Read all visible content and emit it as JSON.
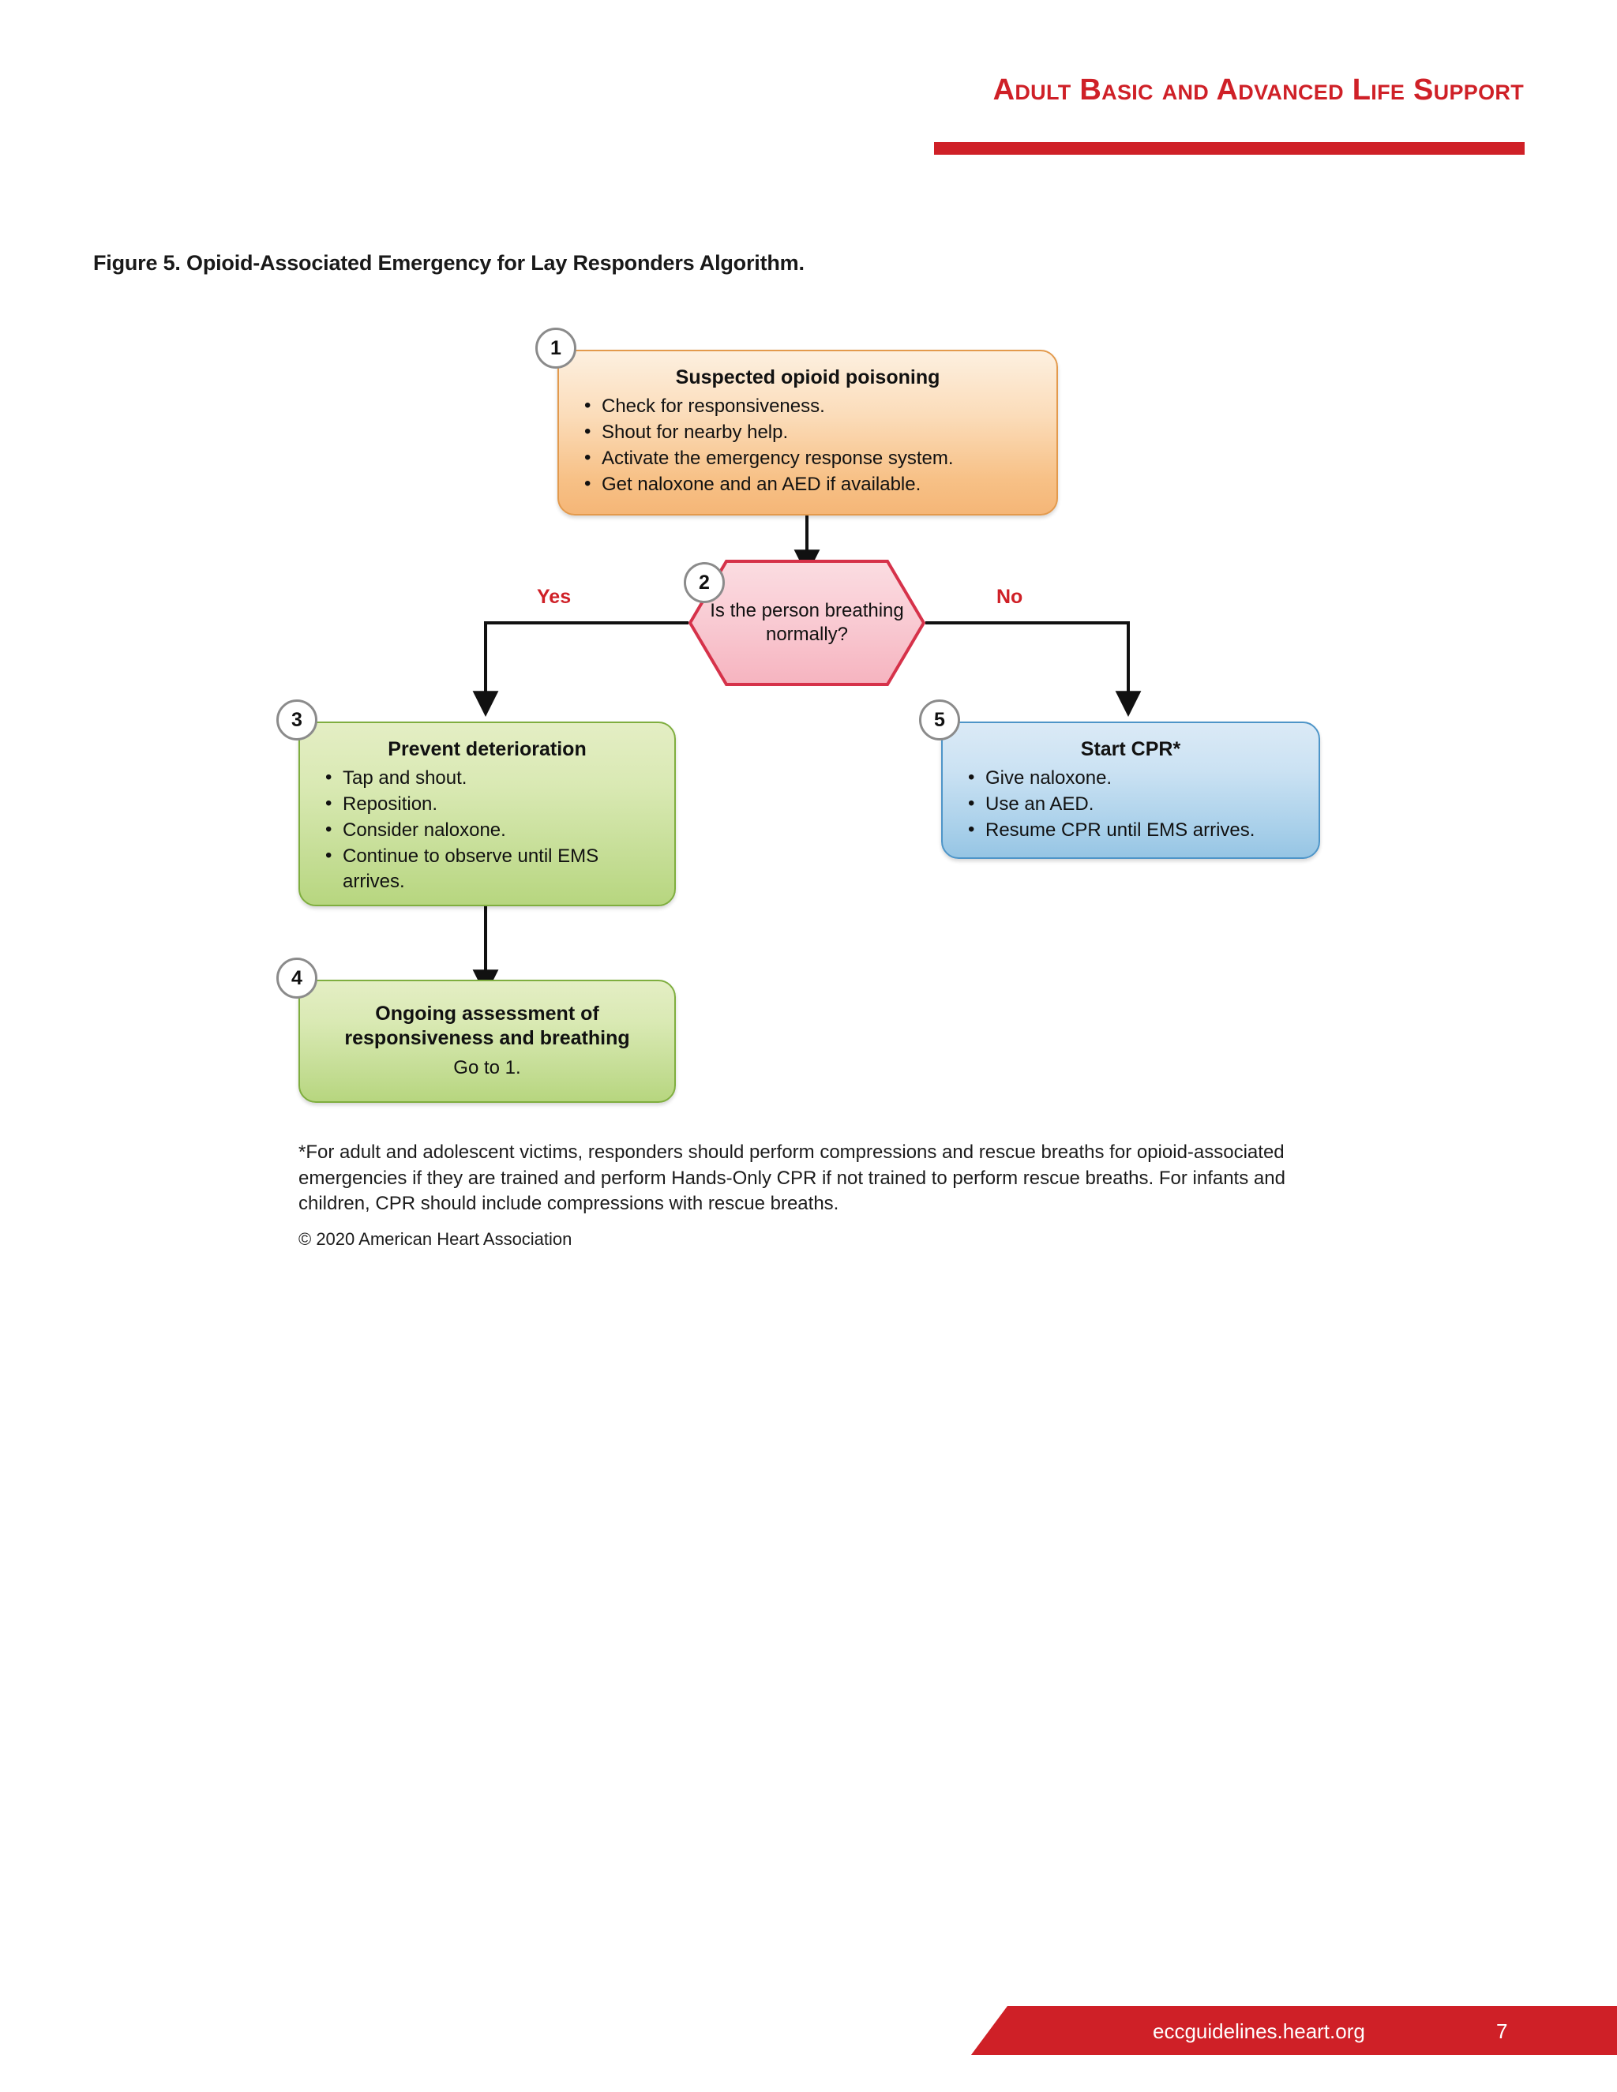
{
  "header": {
    "title": "Adult Basic and Advanced Life Support"
  },
  "figure": {
    "title": "Figure 5.  Opioid-Associated Emergency for Lay Responders Algorithm."
  },
  "diagram": {
    "type": "flowchart",
    "nodes": [
      {
        "id": "1",
        "badge": "1",
        "shape": "rounded-rect",
        "color": "orange",
        "title": "Suspected opioid poisoning",
        "items": [
          "Check for responsiveness.",
          "Shout for nearby help.",
          "Activate the emergency response system.",
          "Get naloxone and an AED if available."
        ]
      },
      {
        "id": "2",
        "badge": "2",
        "shape": "hexagon",
        "color": "pink",
        "title": "Is the person breathing normally?",
        "items": []
      },
      {
        "id": "3",
        "badge": "3",
        "shape": "rounded-rect",
        "color": "green",
        "title": "Prevent deterioration",
        "items": [
          "Tap and shout.",
          "Reposition.",
          "Consider naloxone.",
          "Continue to observe until EMS arrives."
        ]
      },
      {
        "id": "4",
        "badge": "4",
        "shape": "rounded-rect",
        "color": "green",
        "title": "Ongoing assessment of responsiveness and breathing",
        "subtitle": "Go to 1.",
        "items": []
      },
      {
        "id": "5",
        "badge": "5",
        "shape": "rounded-rect",
        "color": "blue",
        "title": "Start CPR*",
        "items": [
          "Give naloxone.",
          "Use an AED.",
          "Resume CPR until EMS arrives."
        ]
      }
    ],
    "branches": {
      "yes_label": "Yes",
      "no_label": "No"
    },
    "edges": [
      {
        "from": "1",
        "to": "2",
        "label": ""
      },
      {
        "from": "2",
        "to": "3",
        "label": "Yes"
      },
      {
        "from": "2",
        "to": "5",
        "label": "No"
      },
      {
        "from": "3",
        "to": "4",
        "label": ""
      }
    ]
  },
  "footnote": {
    "text": "*For adult and adolescent victims, responders should perform compressions and rescue breaths for opioid-associated emergencies if they are trained and perform Hands-Only CPR if not trained to perform rescue breaths. For infants and children, CPR should include compressions with rescue breaths."
  },
  "copyright": {
    "text": "© 2020 American Heart Association"
  },
  "footer": {
    "url": "eccguidelines.heart.org",
    "page_number": "7"
  },
  "colors": {
    "brand_red": "#cf2027",
    "orange_border": "#e39a4d",
    "green_border": "#7fae3f",
    "blue_border": "#4e95c8",
    "pink_border": "#d6324a",
    "badge_border": "#8b8b8b"
  }
}
